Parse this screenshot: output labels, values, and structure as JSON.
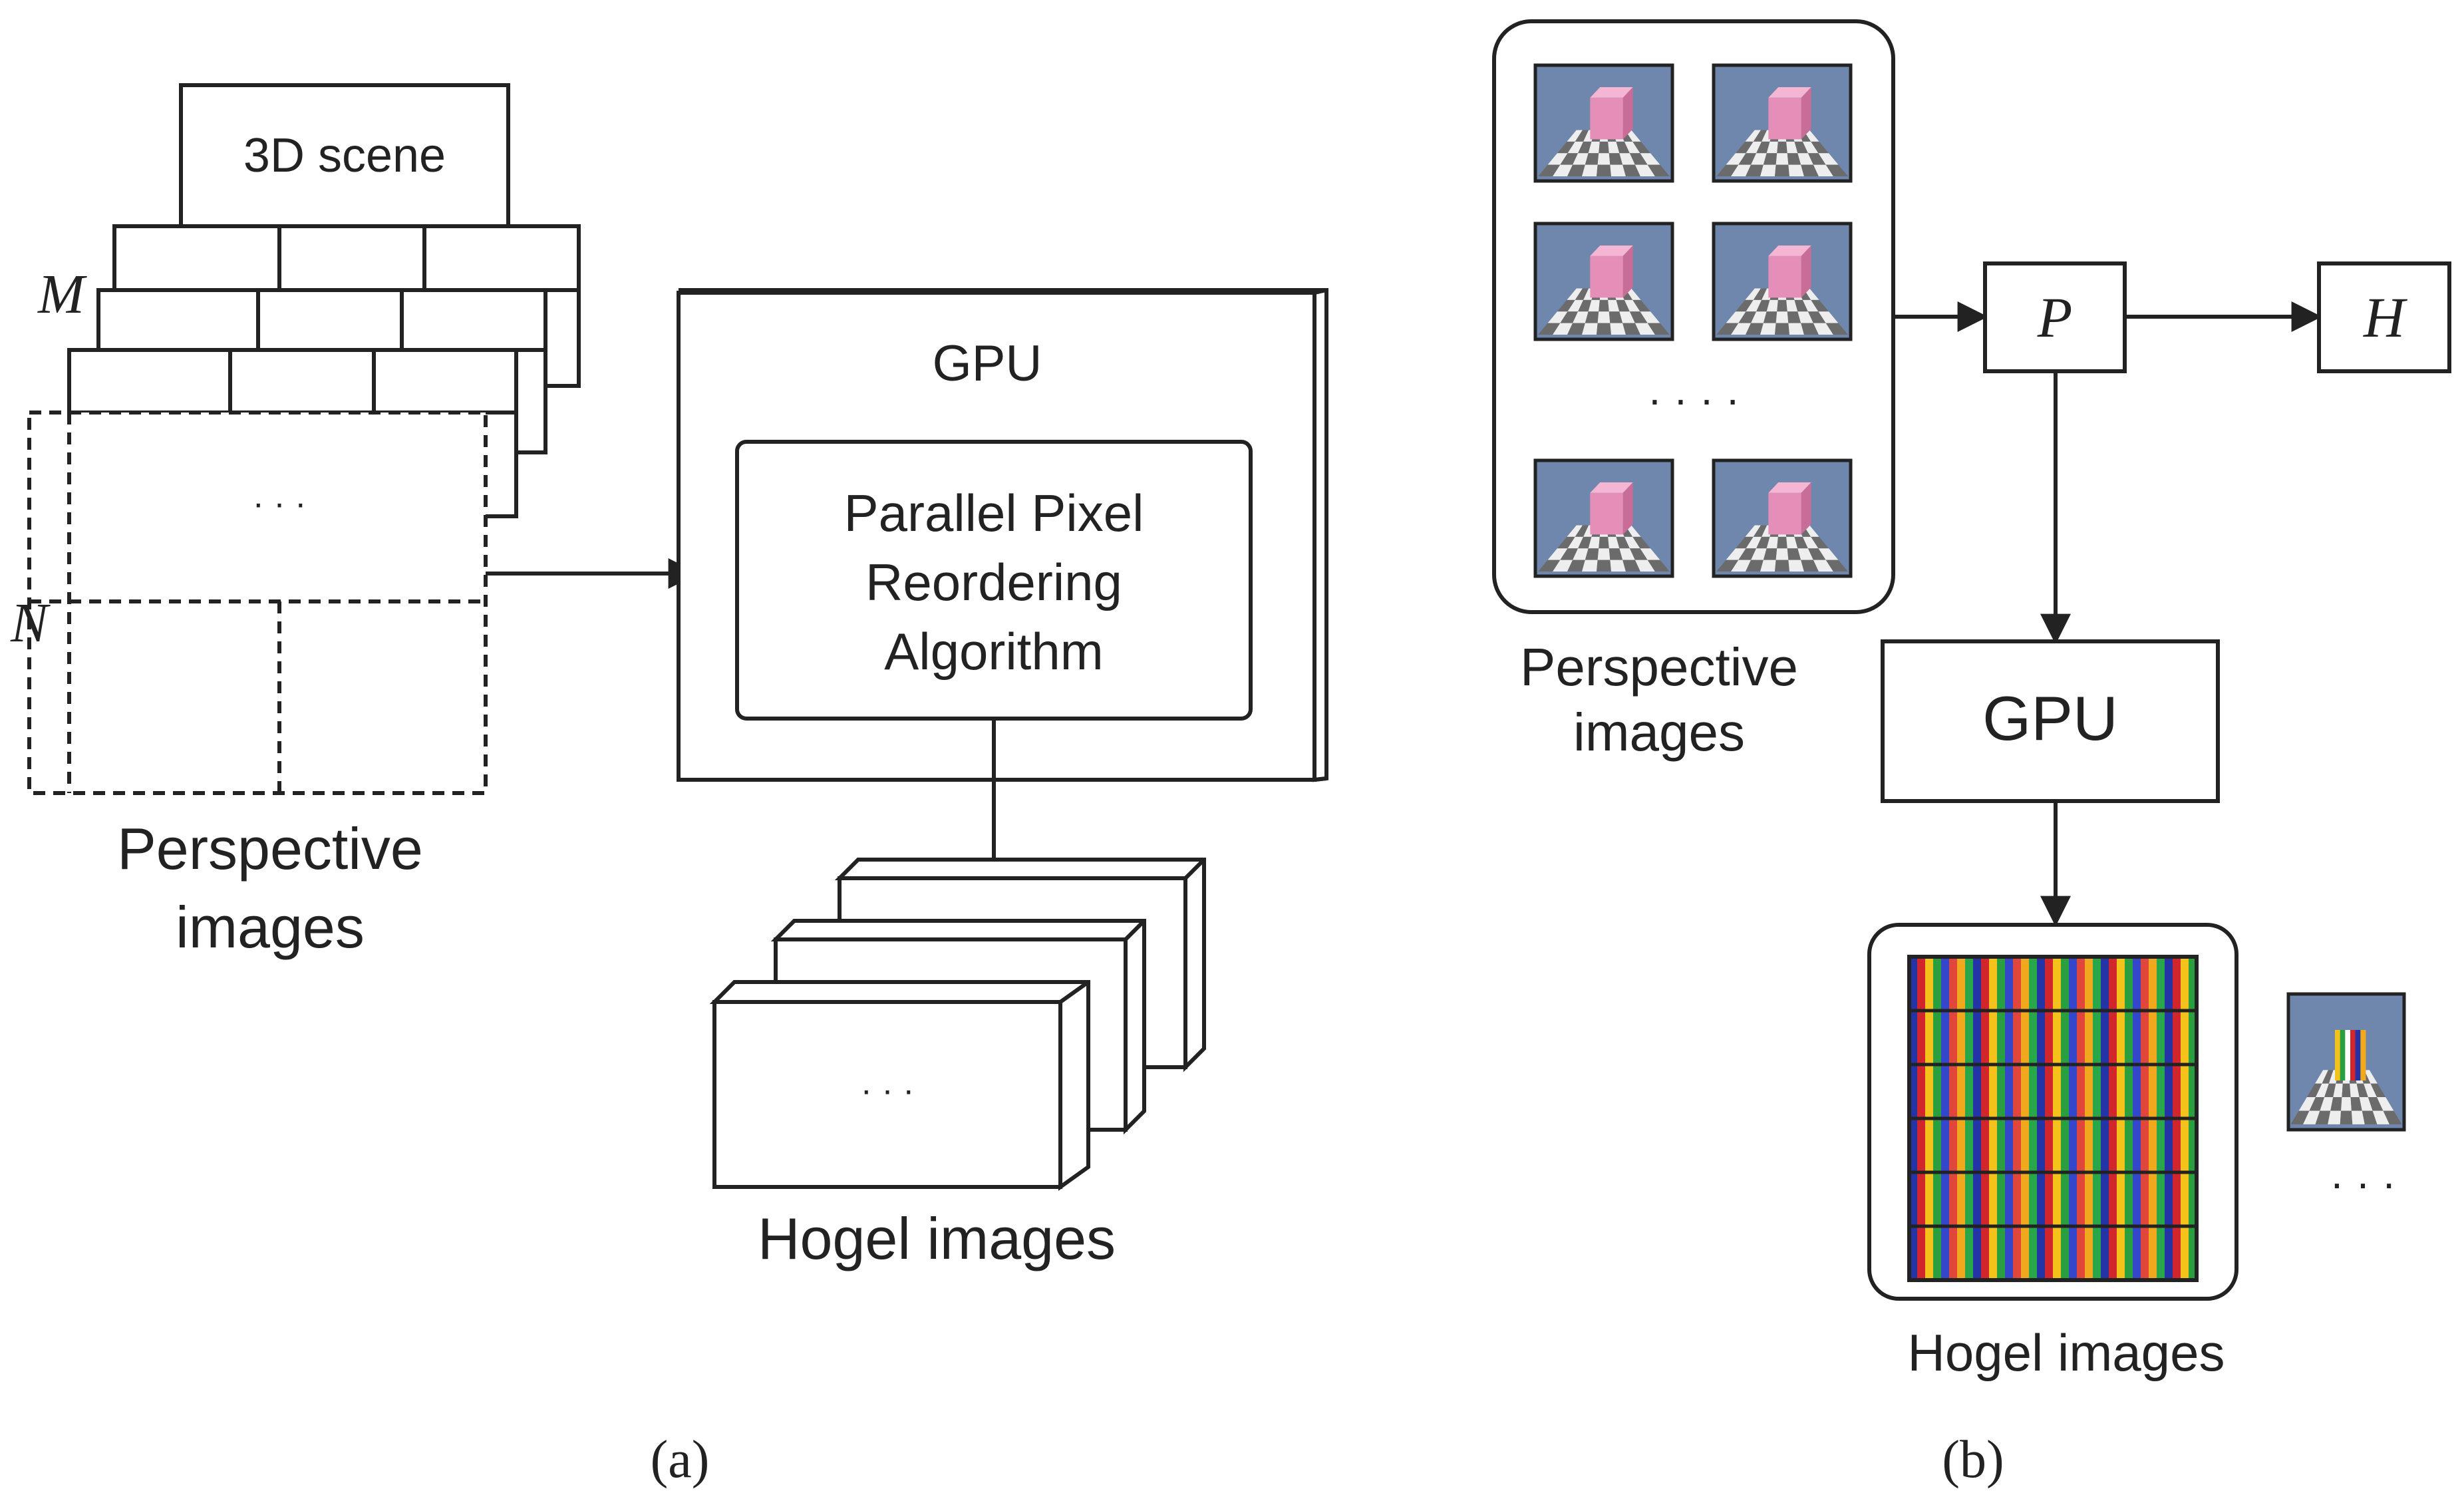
{
  "panel_a": {
    "scene_label": "3D scene",
    "m_label": "M",
    "n_label": "N",
    "grid_ellipsis": "· · ·",
    "perspective_label_line1": "Perspective",
    "perspective_label_line2": "images",
    "gpu_label": "GPU",
    "algorithm_line1": "Parallel Pixel",
    "algorithm_line2": "Reordering",
    "algorithm_line3": "Algorithm",
    "hogel_ellipsis": "· · ·",
    "hogel_label": "Hogel images",
    "caption_open": "(",
    "caption_letter": "a",
    "caption_close": ")"
  },
  "panel_b": {
    "images_ellipsis": "· · · ·",
    "perspective_label_line1": "Perspective",
    "perspective_label_line2": "images",
    "p_label": "P",
    "h_label": "H",
    "gpu_label": "GPU",
    "hogel_label": "Hogel images",
    "result_ellipsis": "· · ·",
    "caption_open": "(",
    "caption_letter": "b",
    "caption_close": ")"
  },
  "colors": {
    "stroke": "#222222",
    "thumbnail_bg": "#6f86ad",
    "cube_front": "#e58fb8",
    "cube_top": "#f4b6d2",
    "cube_side": "#c86c98",
    "checker_light": "#eeeeee",
    "checker_dark": "#6b6b6b",
    "hogel_stripes": [
      "#2433a6",
      "#d1262c",
      "#f3c31c",
      "#2a9f3f",
      "#3446c9",
      "#e0473a",
      "#f0a81c",
      "#27a64a"
    ]
  }
}
